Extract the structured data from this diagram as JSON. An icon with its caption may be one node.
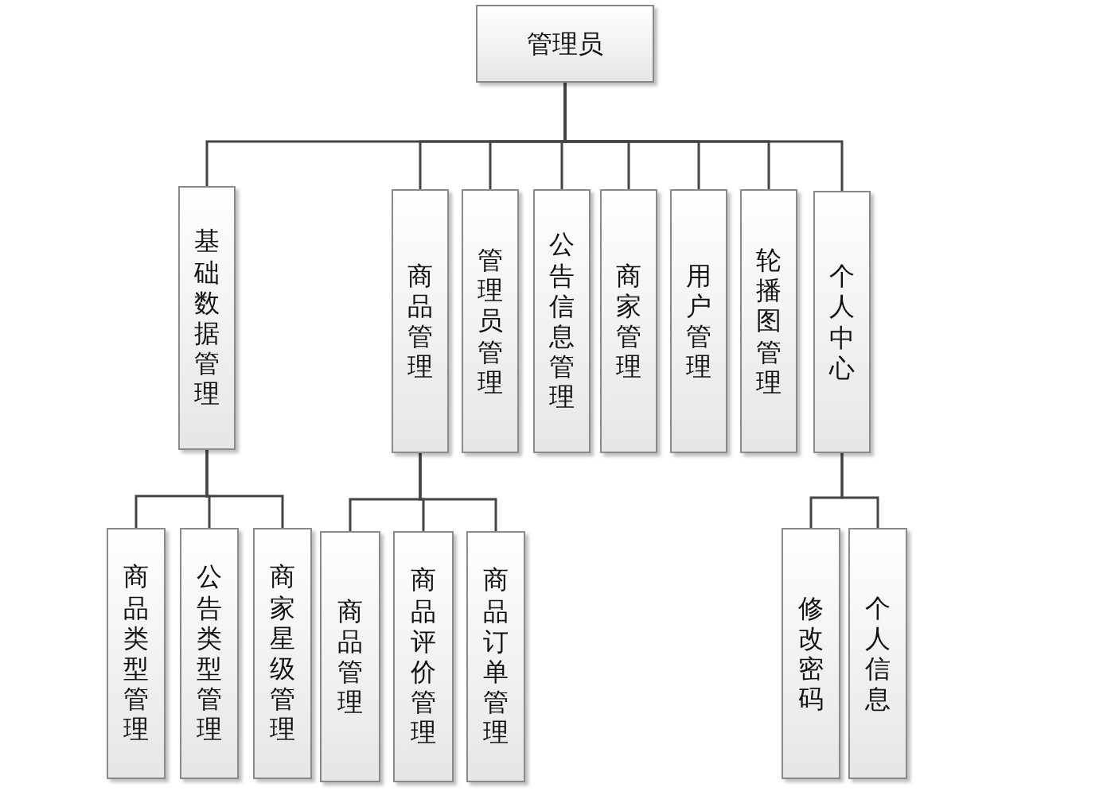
{
  "diagram": {
    "nodes": [
      {
        "text": [
          "管理员"
        ]
      },
      {
        "text": [
          "基础数据管理"
        ]
      },
      {
        "text": [
          "商品管理"
        ]
      },
      {
        "text": [
          "管理员管理"
        ]
      },
      {
        "text": [
          "公告信息管理"
        ]
      },
      {
        "text": [
          "商家管理"
        ]
      },
      {
        "text": [
          "用户管理"
        ]
      },
      {
        "text": [
          "轮播图管理"
        ]
      },
      {
        "text": [
          "个人中心"
        ]
      },
      {
        "text": [
          "商品类型管理"
        ]
      },
      {
        "text": [
          "公告类型管理"
        ]
      },
      {
        "text": [
          "商家星级管理"
        ]
      },
      {
        "text": [
          "商品管理"
        ]
      },
      {
        "text": [
          "商品评价管理"
        ]
      },
      {
        "text": [
          "商品订单管理"
        ]
      },
      {
        "text": [
          "修改密码"
        ]
      },
      {
        "text": [
          "个人信息"
        ]
      }
    ],
    "edges": [
      {
        "from": 0,
        "to": 1,
        "arrow": "none"
      },
      {
        "from": 0,
        "to": 2,
        "arrow": "none"
      },
      {
        "from": 0,
        "to": 3,
        "arrow": "none"
      },
      {
        "from": 0,
        "to": 4,
        "arrow": "none"
      },
      {
        "from": 0,
        "to": 5,
        "arrow": "none"
      },
      {
        "from": 0,
        "to": 6,
        "arrow": "none"
      },
      {
        "from": 0,
        "to": 7,
        "arrow": "none"
      },
      {
        "from": 0,
        "to": 8,
        "arrow": "none"
      },
      {
        "from": 1,
        "to": 9,
        "arrow": "none"
      },
      {
        "from": 1,
        "to": 10,
        "arrow": "none"
      },
      {
        "from": 1,
        "to": 11,
        "arrow": "none"
      },
      {
        "from": 2,
        "to": 12,
        "arrow": "none"
      },
      {
        "from": 2,
        "to": 13,
        "arrow": "none"
      },
      {
        "from": 2,
        "to": 14,
        "arrow": "none"
      },
      {
        "from": 8,
        "to": 15,
        "arrow": "none"
      },
      {
        "from": 8,
        "to": 16,
        "arrow": "none"
      }
    ]
  }
}
